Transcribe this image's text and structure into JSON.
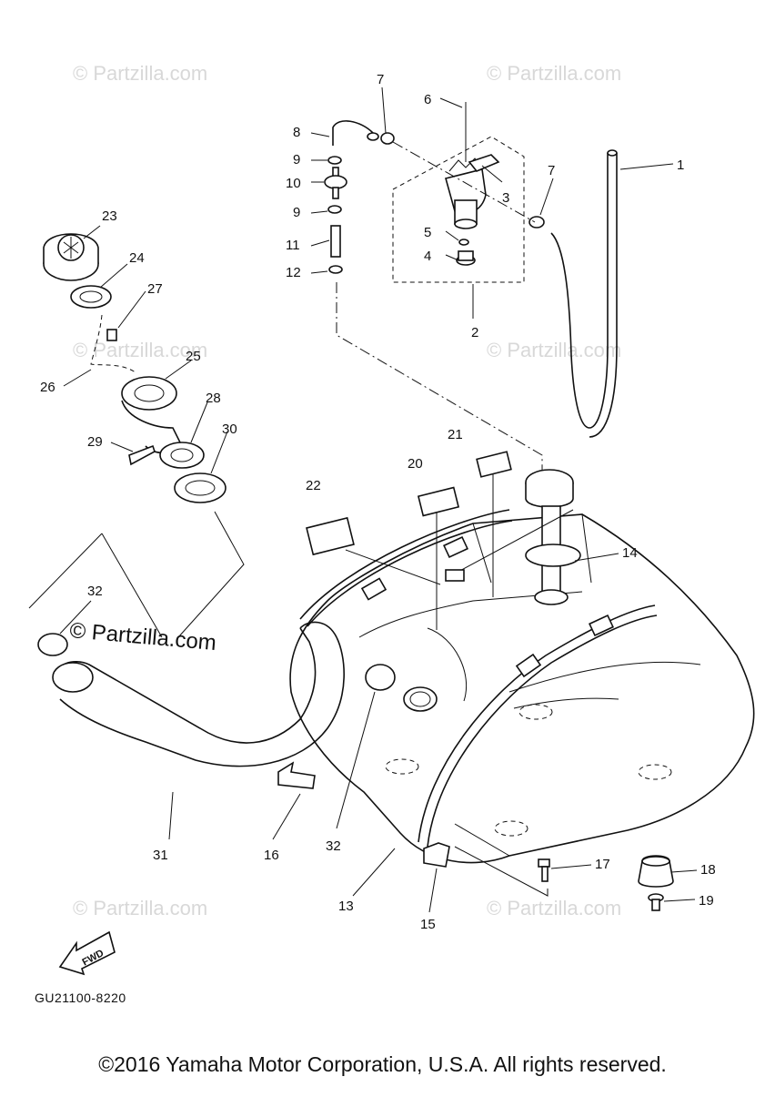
{
  "watermark_text": "© Partzilla.com",
  "diagram_code": "GU21100-8220",
  "copyright": "©2016 Yamaha Motor Corporation, U.S.A. All rights reserved.",
  "fwd_label": "FWD",
  "callouts": {
    "c1": "1",
    "c2": "2",
    "c3": "3",
    "c4": "4",
    "c5": "5",
    "c6": "6",
    "c7a": "7",
    "c7b": "7",
    "c8": "8",
    "c9a": "9",
    "c9b": "9",
    "c10": "10",
    "c11": "11",
    "c12": "12",
    "c13": "13",
    "c14": "14",
    "c15": "15",
    "c16": "16",
    "c17": "17",
    "c18": "18",
    "c19": "19",
    "c20": "20",
    "c21": "21",
    "c22": "22",
    "c23": "23",
    "c24": "24",
    "c25": "25",
    "c26": "26",
    "c27": "27",
    "c28": "28",
    "c29": "29",
    "c30": "30",
    "c31": "31",
    "c32a": "32",
    "c32b": "32"
  }
}
